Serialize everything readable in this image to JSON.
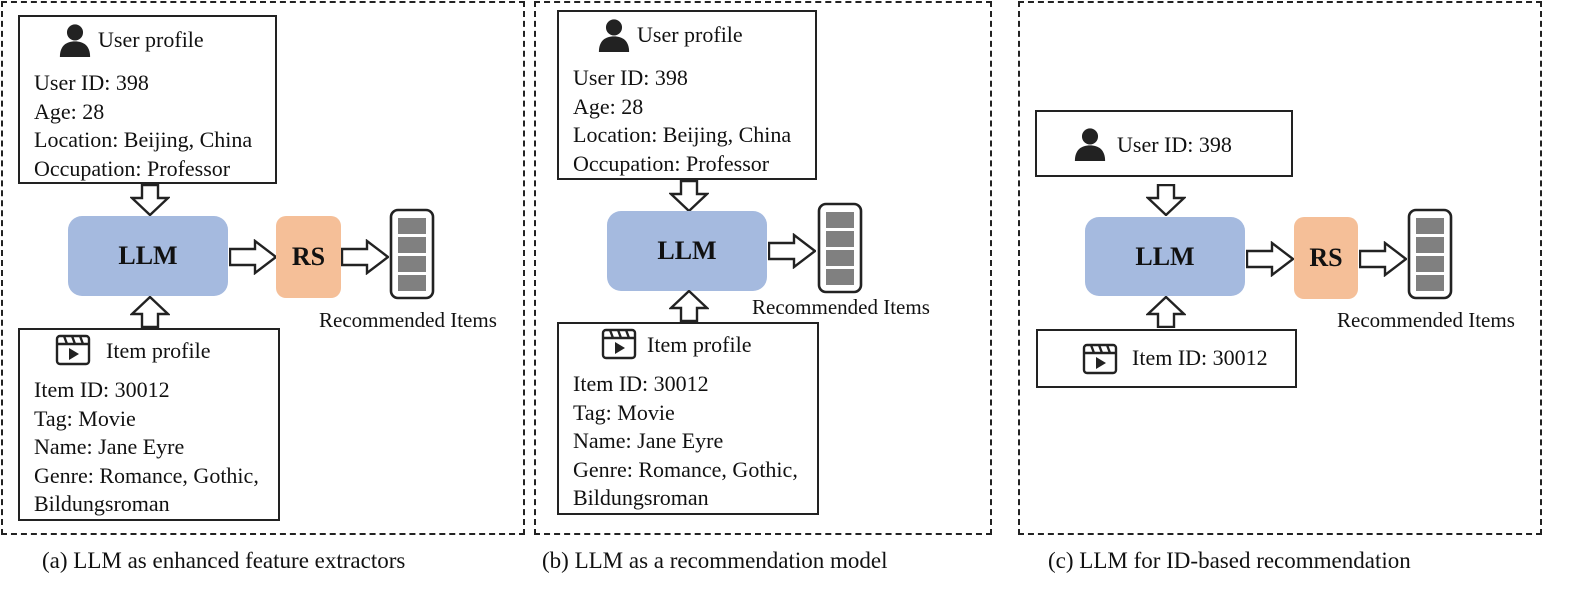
{
  "panels": [
    {
      "user": {
        "title": "User profile",
        "lines": [
          "User ID: 398",
          "Age: 28",
          "Location: Beijing, China",
          "Occupation: Professor"
        ]
      },
      "item": {
        "title": "Item profile",
        "lines": [
          "Item ID: 30012",
          "Tag: Movie",
          "Name: Jane Eyre",
          "Genre: Romance, Gothic,",
          "Bildungsroman"
        ]
      },
      "llm": "LLM",
      "rs": "RS",
      "rec_label": "Recommended Items",
      "caption": "(a) LLM as enhanced feature extractors"
    },
    {
      "user": {
        "title": "User profile",
        "lines": [
          "User ID: 398",
          "Age: 28",
          "Location: Beijing, China",
          "Occupation: Professor"
        ]
      },
      "item": {
        "title": "Item profile",
        "lines": [
          "Item ID: 30012",
          "Tag: Movie",
          "Name: Jane Eyre",
          "Genre: Romance, Gothic,",
          "Bildungsroman"
        ]
      },
      "llm": "LLM",
      "rec_label": "Recommended Items",
      "caption": "(b) LLM as a recommendation model"
    },
    {
      "user_id": "User ID: 398",
      "item_id": "Item ID: 30012",
      "llm": "LLM",
      "rs": "RS",
      "rec_label": "Recommended Items",
      "caption": "(c)  LLM for ID-based recommendation"
    }
  ],
  "colors": {
    "llm_fill": "#a5badf",
    "rs_fill": "#f5bf98",
    "stack_cell": "#808080"
  },
  "icons": {
    "user": "person-icon",
    "item": "film-clapper-icon"
  }
}
